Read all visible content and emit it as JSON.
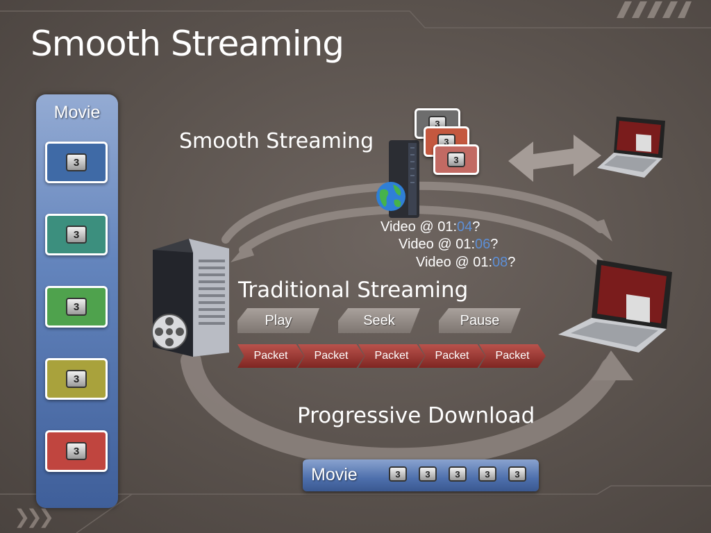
{
  "slide": {
    "title": "Smooth Streaming"
  },
  "movie_column": {
    "label": "Movie",
    "chunks": [
      {
        "glyph": "3",
        "color": "#3f6aa6"
      },
      {
        "glyph": "3",
        "color": "#3c8f7e"
      },
      {
        "glyph": "3",
        "color": "#4fa24d"
      },
      {
        "glyph": "3",
        "color": "#a9a23c"
      },
      {
        "glyph": "3",
        "color": "#c0453f"
      }
    ]
  },
  "labels": {
    "smooth_streaming": "Smooth Streaming",
    "traditional_streaming": "Traditional Streaming",
    "progressive_download": "Progressive Download"
  },
  "requests": [
    {
      "prefix": "Video @ 01:",
      "value": "04",
      "suffix": "?"
    },
    {
      "prefix": "Video @ 01:",
      "value": "06",
      "suffix": "?"
    },
    {
      "prefix": "Video @ 01:",
      "value": "08",
      "suffix": "?"
    }
  ],
  "controls": [
    "Play",
    "Seek",
    "Pause"
  ],
  "packets": [
    "Packet",
    "Packet",
    "Packet",
    "Packet",
    "Packet"
  ],
  "movie_bar": {
    "label": "Movie",
    "reels": [
      "3",
      "3",
      "3",
      "3",
      "3"
    ]
  },
  "stack_cards": [
    {
      "glyph": "3",
      "color": "#6d6d6d"
    },
    {
      "glyph": "3",
      "color": "#c4583f"
    },
    {
      "glyph": "3",
      "color": "#c26a63"
    }
  ],
  "icons": [
    "server-tower-icon",
    "blade-server-icon",
    "globe-icon",
    "film-reel-icon",
    "laptop-icon",
    "double-arrow-icon"
  ],
  "colors": {
    "background": "#5a524d",
    "highlight": "#5d8fd6",
    "packet": "#9a3a35",
    "control": "#948c87"
  }
}
